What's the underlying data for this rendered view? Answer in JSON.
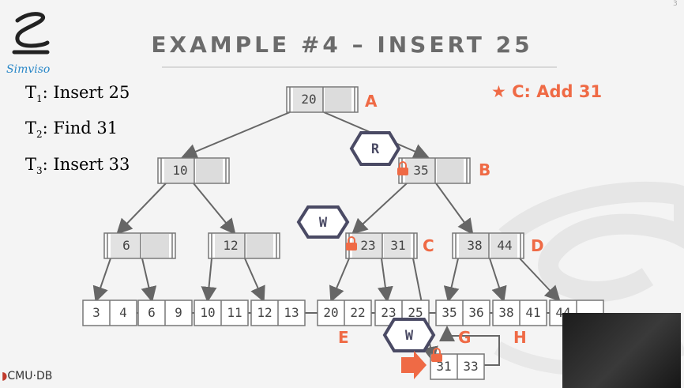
{
  "slide": {
    "title": "EXAMPLE #4 – INSERT 25",
    "logo_text": "Simviso",
    "footer_logo": "CMU·DB",
    "page_number": "3",
    "colors": {
      "accent": "#ef6a45",
      "blue": "#2e6fc0",
      "node_fill": "#dcdcdc",
      "latch": "#4a4a64"
    }
  },
  "transactions": [
    {
      "name": "T",
      "sub": "1",
      "text": ": Insert 25",
      "color": "#ef6a45"
    },
    {
      "name": "T",
      "sub": "2",
      "text": ": Find 31",
      "color": "#2e6fc0"
    },
    {
      "name": "T",
      "sub": "3",
      "text": ": Insert 33",
      "color": "#ef6a45"
    }
  ],
  "note": {
    "icon": "star-icon",
    "text": "C: Add 31"
  },
  "tree": {
    "node_labels": [
      "A",
      "B",
      "C",
      "D",
      "E",
      "G",
      "H"
    ],
    "root": [
      "20",
      ""
    ],
    "level1": [
      [
        "10",
        ""
      ],
      [
        "35",
        ""
      ]
    ],
    "level2": [
      [
        "6",
        ""
      ],
      [
        "12",
        ""
      ],
      [
        "23",
        "31"
      ],
      [
        "38",
        "44"
      ]
    ],
    "leaves": [
      [
        "3",
        "4"
      ],
      [
        "6",
        "9"
      ],
      [
        "10",
        "11"
      ],
      [
        "12",
        "13"
      ],
      [
        "20",
        "22"
      ],
      [
        "23",
        "25"
      ],
      [
        "35",
        "36"
      ],
      [
        "38",
        "41"
      ],
      [
        "44",
        ""
      ]
    ],
    "new_leaf": [
      "31",
      "33"
    ]
  },
  "latches": [
    "R",
    "W",
    "W"
  ]
}
